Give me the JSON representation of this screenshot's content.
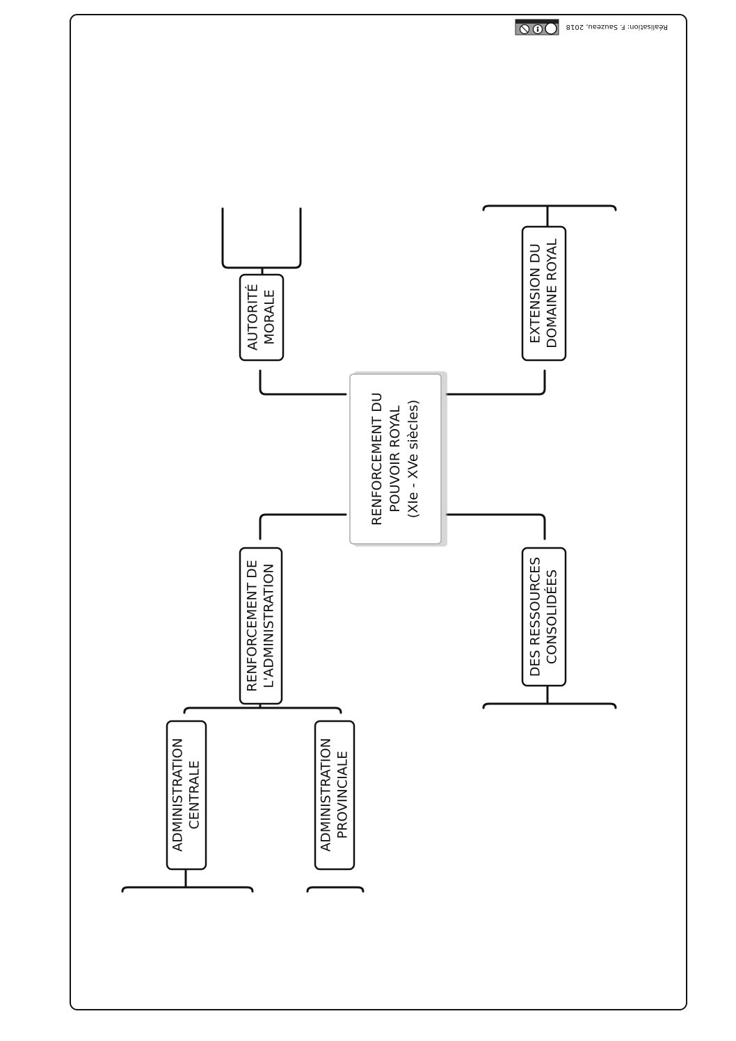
{
  "diagram": {
    "root": {
      "id": "root",
      "lines": [
        "RENFORCEMENT DU",
        "POUVOIR ROYAL",
        "(XIe - XVe siècles)"
      ]
    },
    "branches": [
      {
        "id": "administration",
        "lines": [
          "RENFORCEMENT DE",
          "L'ADMINISTRATION"
        ]
      },
      {
        "id": "autorite",
        "lines": [
          "AUTORITÉ",
          "MORALE"
        ]
      },
      {
        "id": "ressources",
        "lines": [
          "DES RESSOURCES",
          "CONSOLIDÉES"
        ]
      },
      {
        "id": "domaine",
        "lines": [
          "EXTENSION DU",
          "DOMAINE ROYAL"
        ]
      }
    ],
    "sub_branches": [
      {
        "id": "centrale",
        "lines": [
          "ADMINISTRATION",
          "CENTRALE"
        ]
      },
      {
        "id": "provinciale",
        "lines": [
          "ADMINISTRATION",
          "PROVINCIALE"
        ]
      }
    ]
  },
  "credit": {
    "text": "Réalisation: F. Sauzeau, 2018",
    "license_badges": [
      "cc",
      "by",
      "nc"
    ]
  },
  "colors": {
    "line": "#111111",
    "box_fill": "#ffffff",
    "badge_fill": "#9a9a9a"
  }
}
